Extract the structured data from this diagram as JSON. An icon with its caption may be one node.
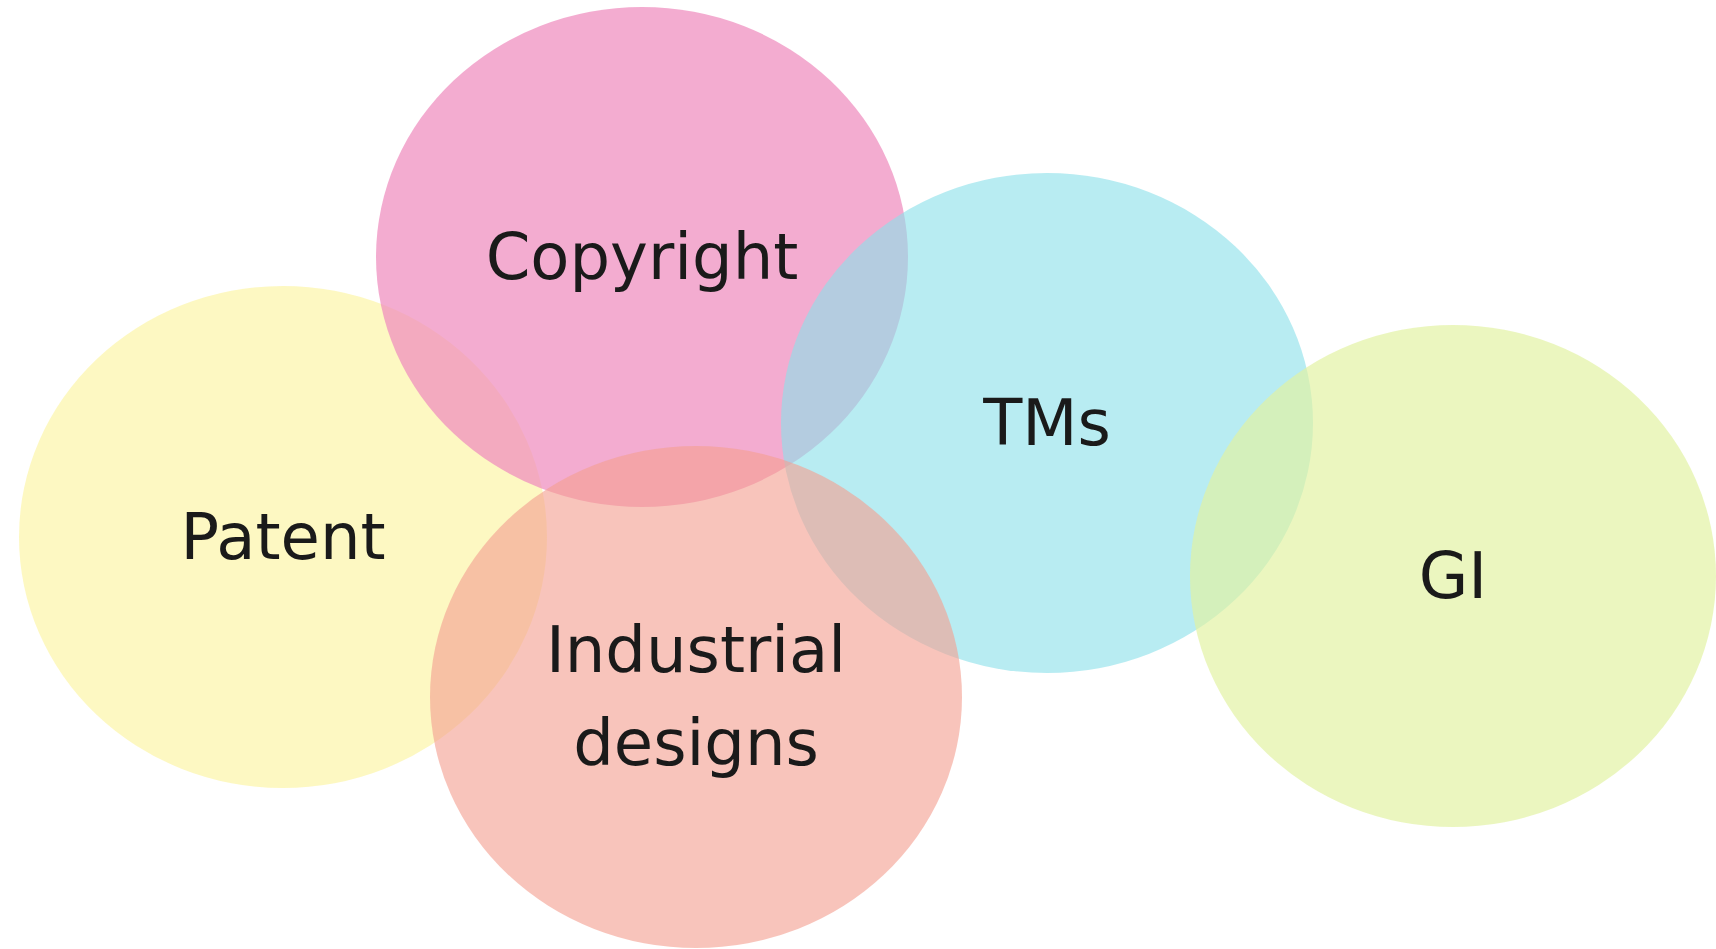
{
  "diagram": {
    "nodes": [
      {
        "text": [
          "Copyright"
        ]
      },
      {
        "text": [
          "TMs"
        ]
      },
      {
        "text": [
          "Patent"
        ]
      },
      {
        "text": [
          "GI"
        ]
      },
      {
        "text": [
          "Industrial designs"
        ]
      }
    ]
  }
}
